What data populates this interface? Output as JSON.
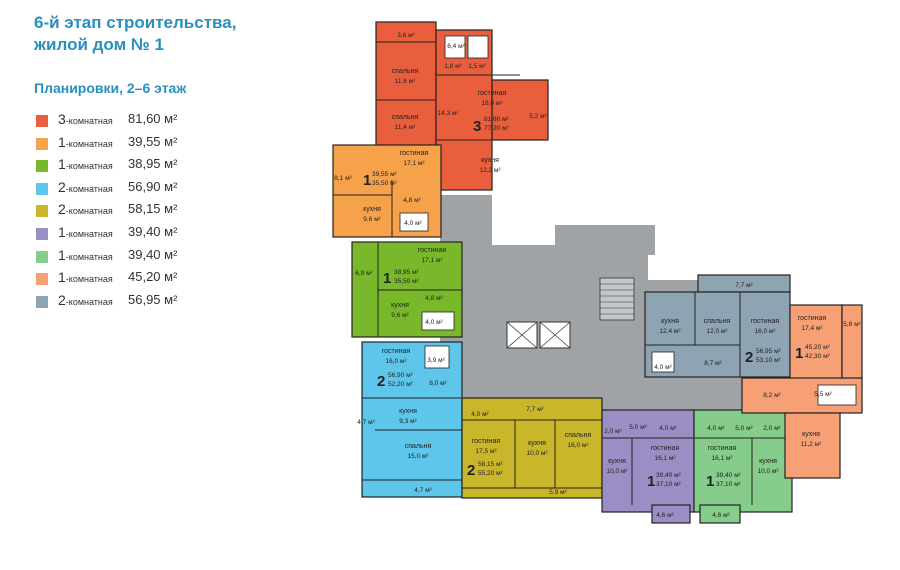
{
  "title_line1": "6-й этап строительства,",
  "title_line2": "жилой дом № 1",
  "subtitle": "Планировки, 2–6 этаж",
  "legend": [
    {
      "num": "3",
      "type": "-комнатная",
      "area": "81,60 м²",
      "color": "#e95f3d"
    },
    {
      "num": "1",
      "type": "-комнатная",
      "area": "39,55 м²",
      "color": "#f6a24b"
    },
    {
      "num": "1",
      "type": "-комнатная",
      "area": "38,95 м²",
      "color": "#78b82a"
    },
    {
      "num": "2",
      "type": "-комнатная",
      "area": "56,90 м²",
      "color": "#5dc6ea"
    },
    {
      "num": "2",
      "type": "-комнатная",
      "area": "58,15 м²",
      "color": "#c9b62a"
    },
    {
      "num": "1",
      "type": "-комнатная",
      "area": "39,40 м²",
      "color": "#9b8ec4"
    },
    {
      "num": "1",
      "type": "-комнатная",
      "area": "39,40 м²",
      "color": "#86cc8a"
    },
    {
      "num": "1",
      "type": "-комнатная",
      "area": "45,20 м²",
      "color": "#f7a076"
    },
    {
      "num": "2",
      "type": "-комнатная",
      "area": "56,95 м²",
      "color": "#8ea4b3"
    }
  ],
  "rooms": {
    "r36": "3,6 м²",
    "r64": "6,4 м²",
    "r18a": "1,8 м²",
    "r15a": "1,5 м²",
    "sp1": "спальня",
    "sp1a": "11,6 м²",
    "sp2": "спальня",
    "sp2a": "11,4 м²",
    "g1": "гостиная",
    "g1a": "18,0 м²",
    "r52": "5,2 м²",
    "r143": "14,3 м²",
    "k1": "кухня",
    "k1a": "12,2 м²",
    "g2": "гостиная",
    "g2a": "17,1 м²",
    "r81": "8,1 м²",
    "r48a": "4,8 м²",
    "k2": "кухня",
    "k2a": "9,6 м²",
    "r40a": "4,0 м²",
    "g3": "гостиная",
    "g3a": "17,1 м²",
    "r69": "6,9 м²",
    "r48b": "4,8 м²",
    "k3": "кухня",
    "k3a": "9,6 м²",
    "r40b": "4,0 м²",
    "g4": "гостиная",
    "g4a": "16,0 м²",
    "r39": "3,9 м²",
    "r80": "8,0 м²",
    "k4": "кухня",
    "k4a": "9,3 м²",
    "r47a": "4,7 м²",
    "sp3": "спальня",
    "sp3a": "15,0 м²",
    "r47b": "4,7 м²",
    "r40c": "4,0 м²",
    "r77a": "7,7 м²",
    "g5": "гостиная",
    "g5a": "17,5 м²",
    "k5": "кухня",
    "k5a": "10,0 м²",
    "sp4": "спальня",
    "sp4a": "16,0 м²",
    "r59": "5,9 м²",
    "r20a": "2,0 м²",
    "r50a": "5,0 м²",
    "r40d": "4,0 м²",
    "k6": "кухня",
    "k6a": "10,0 м²",
    "g6": "гостиная",
    "g6a": "16,1 м²",
    "r46a": "4,6 м²",
    "r40e": "4,0 м²",
    "r50b": "5,0 м²",
    "r20b": "2,0 м²",
    "g7": "гостиная",
    "g7a": "16,1 м²",
    "k7": "кухня",
    "k7a": "10,0 м²",
    "r46b": "4,6 м²",
    "r77b": "7,7 м²",
    "k8": "кухня",
    "k8a": "12,4 м²",
    "sp5": "спальня",
    "sp5a": "12,0 м²",
    "g8": "гостиная",
    "g8a": "16,0 м²",
    "r40f": "4,0 м²",
    "r87": "8,7 м²",
    "g9": "гостиная",
    "g9a": "17,4 м²",
    "r58": "5,8 м²",
    "r82": "8,2 м²",
    "r55": "5,5 м²",
    "k9": "кухня",
    "k9a": "11,2 м²"
  },
  "apartments": [
    {
      "key": "a1",
      "num": "3",
      "area_total": "81,60 м²",
      "area_living": "77,20 м²"
    },
    {
      "key": "a2",
      "num": "1",
      "area_total": "39,55 м²",
      "area_living": "35,50 м²"
    },
    {
      "key": "a3",
      "num": "1",
      "area_total": "38,95 м²",
      "area_living": "35,50 м²"
    },
    {
      "key": "a4",
      "num": "2",
      "area_total": "56,90 м²",
      "area_living": "52,20 м²"
    },
    {
      "key": "a5",
      "num": "2",
      "area_total": "58,15 м²",
      "area_living": "55,20 м²"
    },
    {
      "key": "a6",
      "num": "1",
      "area_total": "39,40 м²",
      "area_living": "37,10 м²"
    },
    {
      "key": "a7",
      "num": "1",
      "area_total": "39,40 м²",
      "area_living": "37,10 м²"
    },
    {
      "key": "a8",
      "num": "2",
      "area_total": "56,95 м²",
      "area_living": "53,10 м²"
    },
    {
      "key": "a9",
      "num": "1",
      "area_total": "45,20 м²",
      "area_living": "42,30 м²"
    }
  ]
}
